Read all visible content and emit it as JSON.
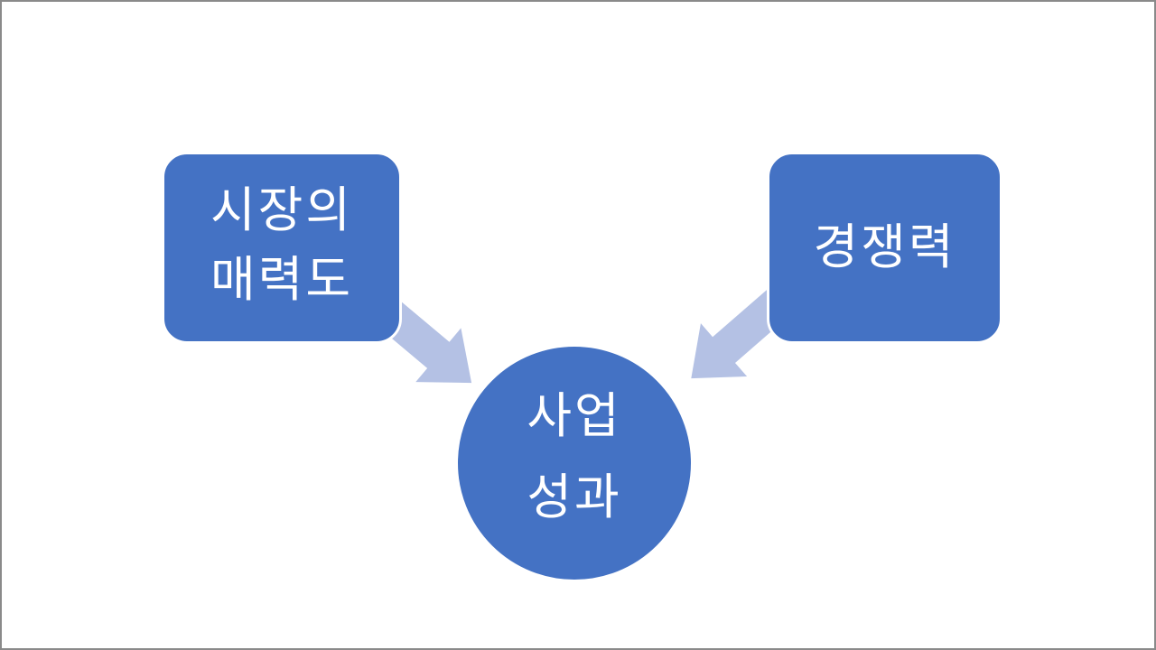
{
  "slide": {
    "background": "#FFFFFF",
    "border_color": "#8A8A8A"
  },
  "colors": {
    "shape_fill": "#4472C4",
    "arrow_fill": "#B4C1E4",
    "text_color": "#FFFFFF"
  },
  "diagram": {
    "type": "converging-arrows",
    "nodes": {
      "market": {
        "label": "시장의 매력도",
        "lines": [
          "시장의",
          "매력도"
        ],
        "shape": "rounded-rectangle"
      },
      "competitiveness": {
        "label": "경쟁력",
        "lines": [
          "경쟁력"
        ],
        "shape": "rounded-rectangle"
      },
      "outcome": {
        "label": "사업 성과",
        "lines": [
          "사업",
          "성과"
        ],
        "shape": "circle"
      }
    },
    "arrows": [
      {
        "name": "market-to-outcome",
        "from": "market",
        "to": "outcome",
        "direction": "down-right"
      },
      {
        "name": "competitiveness-to-outcome",
        "from": "competitiveness",
        "to": "outcome",
        "direction": "down-left"
      }
    ]
  }
}
